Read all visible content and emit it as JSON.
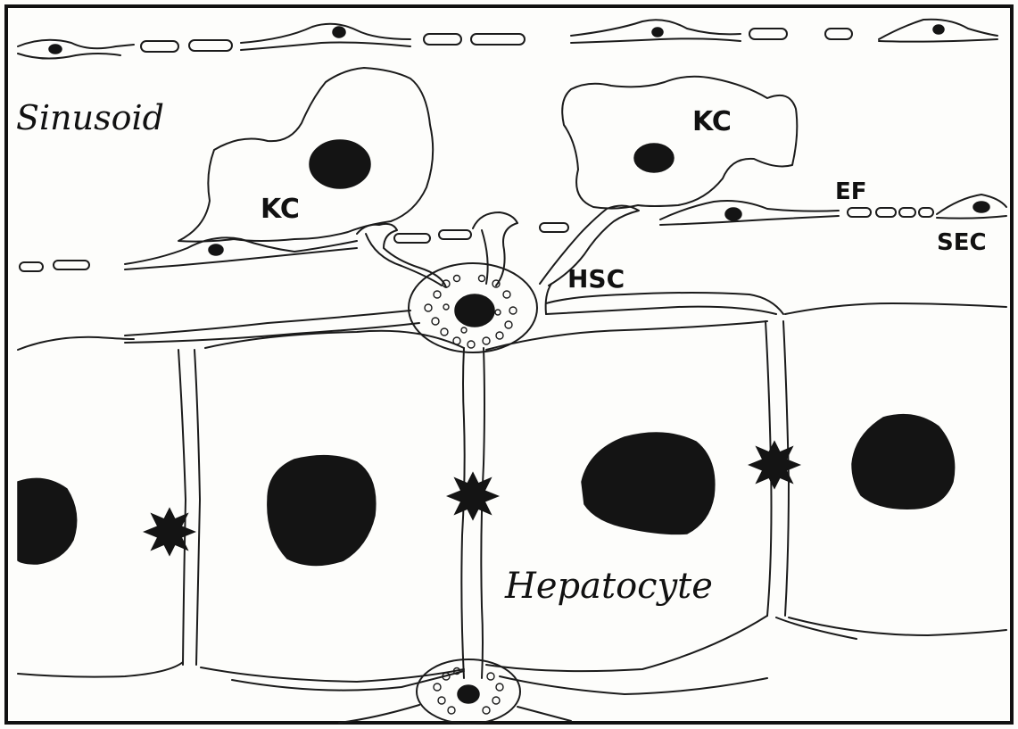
{
  "labels": {
    "sinusoid": "Sinusoid",
    "kc_left": "KC",
    "kc_right": "KC",
    "ef": "EF",
    "sec": "SEC",
    "hsc": "HSC",
    "hepatocyte": "Hepatocyte"
  },
  "colors": {
    "paper": "#fdfdfb",
    "ink": "#1b1b1b",
    "border": "#111111"
  }
}
